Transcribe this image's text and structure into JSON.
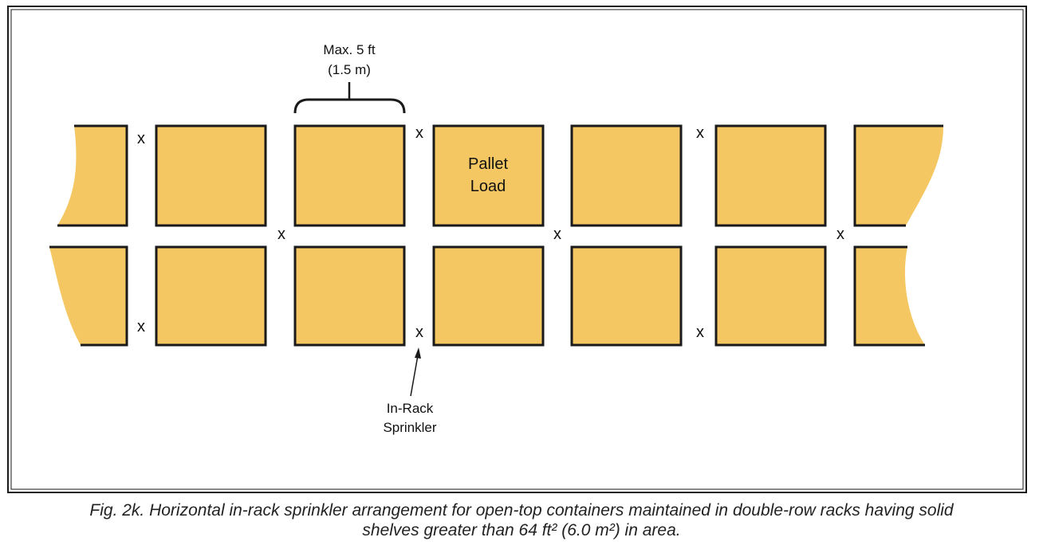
{
  "dimension": {
    "line1": "Max. 5 ft",
    "line2": "(1.5 m)"
  },
  "pallet_label": {
    "line1": "Pallet",
    "line2": "Load"
  },
  "sprinkler_marker": "x",
  "sprinkler_label": {
    "line1": "In-Rack",
    "line2": "Sprinkler"
  },
  "caption": {
    "line1": "Fig. 2k. Horizontal in-rack sprinkler arrangement for open-top containers maintained in double-row racks having solid",
    "line2": "shelves greater than 64 ft² (6.0 m²) in area."
  },
  "colors": {
    "pallet_fill": "#f5c762",
    "outline": "#1a1a1a",
    "background": "#ffffff"
  }
}
